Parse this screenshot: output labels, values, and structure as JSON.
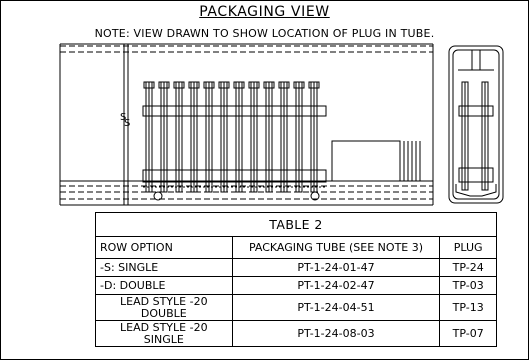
{
  "title": "PACKAGING VIEW",
  "note": "NOTE: VIEW DRAWN TO SHOW LOCATION OF PLUG IN TUBE.",
  "table": {
    "caption": "TABLE 2",
    "headers": [
      "ROW OPTION",
      "PACKAGING TUBE (SEE NOTE 3)",
      "PLUG"
    ],
    "rows": [
      {
        "option": [
          "-S: SINGLE"
        ],
        "tube": "PT-1-24-01-47",
        "plug": "TP-24"
      },
      {
        "option": [
          "-D: DOUBLE"
        ],
        "tube": "PT-1-24-02-47",
        "plug": "TP-03"
      },
      {
        "option": [
          "LEAD STYLE -20",
          "DOUBLE"
        ],
        "tube": "PT-1-24-04-51",
        "plug": "TP-13"
      },
      {
        "option": [
          "LEAD STYLE -20",
          "SINGLE"
        ],
        "tube": "PT-1-24-08-03",
        "plug": "TP-07"
      }
    ]
  }
}
